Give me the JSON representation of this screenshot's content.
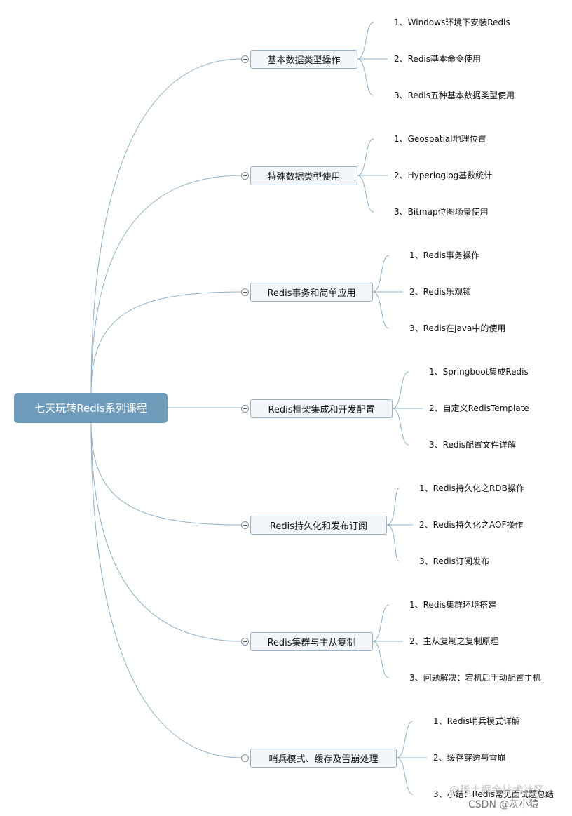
{
  "root": {
    "label": "七天玩转Redis系列课程"
  },
  "branches": [
    {
      "label": "基本数据类型操作",
      "children": [
        "1、Windows环境下安装Redis",
        "2、Redis基本命令使用",
        "3、Redis五种基本数据类型使用"
      ]
    },
    {
      "label": "特殊数据类型使用",
      "children": [
        "1、Geospatial地理位置",
        "2、Hyperloglog基数统计",
        "3、Bitmap位图场景使用"
      ]
    },
    {
      "label": "Redis事务和简单应用",
      "children": [
        "1、Redis事务操作",
        "2、Redis乐观锁",
        "3、Redis在Java中的使用"
      ]
    },
    {
      "label": "Redis框架集成和开发配置",
      "children": [
        "1、Springboot集成Redis",
        "2、自定义RedisTemplate",
        "3、Redis配置文件详解"
      ]
    },
    {
      "label": "Redis持久化和发布订阅",
      "children": [
        "1、Redis持久化之RDB操作",
        "2、Redis持久化之AOF操作",
        "3、Redis订阅发布"
      ]
    },
    {
      "label": "Redis集群与主从复制",
      "children": [
        "1、Redis集群环境搭建",
        "2、主从复制之复制原理",
        "3、问题解决：宕机后手动配置主机"
      ]
    },
    {
      "label": "哨兵模式、缓存及雪崩处理",
      "children": [
        "1、Redis哨兵模式详解",
        "2、缓存穿透与雪崩",
        "3、小结：Redis常见面试题总结"
      ]
    }
  ],
  "watermark": {
    "community": "@稀土掘金技术社区",
    "author": "CSDN @灰小猿"
  },
  "colors": {
    "root": "#6f9bbb",
    "branch_border": "#9bb3c9",
    "branch_fill": "#f2f6fa",
    "connector": "#8fb0c8"
  }
}
